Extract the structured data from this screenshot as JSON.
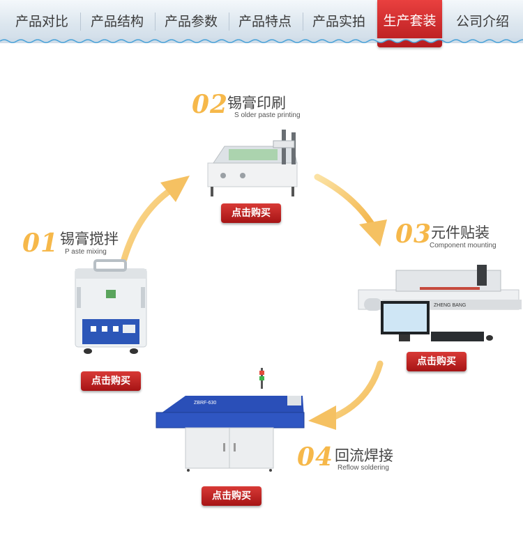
{
  "nav": {
    "items": [
      "产品对比",
      "产品结构",
      "产品参数",
      "产品特点",
      "产品实拍",
      "生产套装",
      "公司介绍"
    ],
    "active_index": 5,
    "accent_color": "#c8262a"
  },
  "steps": [
    {
      "number": "01",
      "title": "锡膏搅拌",
      "subtitle": "P aste mixing",
      "buy_label": "点击购买"
    },
    {
      "number": "02",
      "title": "锡膏印刷",
      "subtitle": "S older paste printing",
      "buy_label": "点击购买"
    },
    {
      "number": "03",
      "title": "元件贴装",
      "subtitle": "Component mounting",
      "buy_label": "点击购买"
    },
    {
      "number": "04",
      "title": "回流焊接",
      "subtitle": "Reflow soldering",
      "buy_label": "点击购买"
    }
  ],
  "machines": {
    "pnp_brand": "ZHENG BANG",
    "oven_model": "ZBRF-630"
  },
  "colors": {
    "step_number": "#f6b84a",
    "arrow": "#f5c162",
    "button": "#c0201f"
  }
}
